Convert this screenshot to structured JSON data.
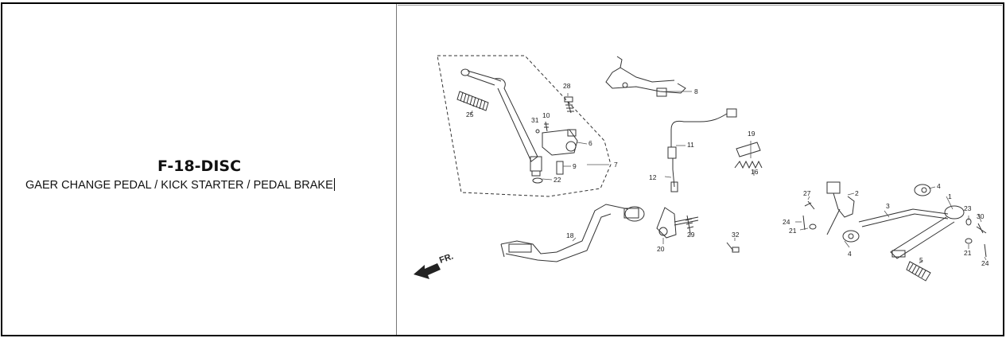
{
  "header": {
    "code": "F-18-DISC",
    "subtitle": "GAER CHANGE PEDAL / KICK STARTER / PEDAL BRAKE"
  },
  "diagram": {
    "direction_label": "FR.",
    "part_labels": {
      "p1": "1",
      "p2": "2",
      "p3": "3",
      "p4a": "4",
      "p4b": "4",
      "p5": "5",
      "p6": "6",
      "p7": "7",
      "p8": "8",
      "p9": "9",
      "p10": "10",
      "p11": "11",
      "p12": "12",
      "p16": "16",
      "p18": "18",
      "p19": "19",
      "p20": "20",
      "p21a": "21",
      "p21b": "21",
      "p22": "22",
      "p23": "23",
      "p24a": "24",
      "p24b": "24",
      "p25": "25",
      "p27": "27",
      "p28": "28",
      "p29": "29",
      "p30": "30",
      "p31": "31",
      "p32": "32"
    }
  }
}
